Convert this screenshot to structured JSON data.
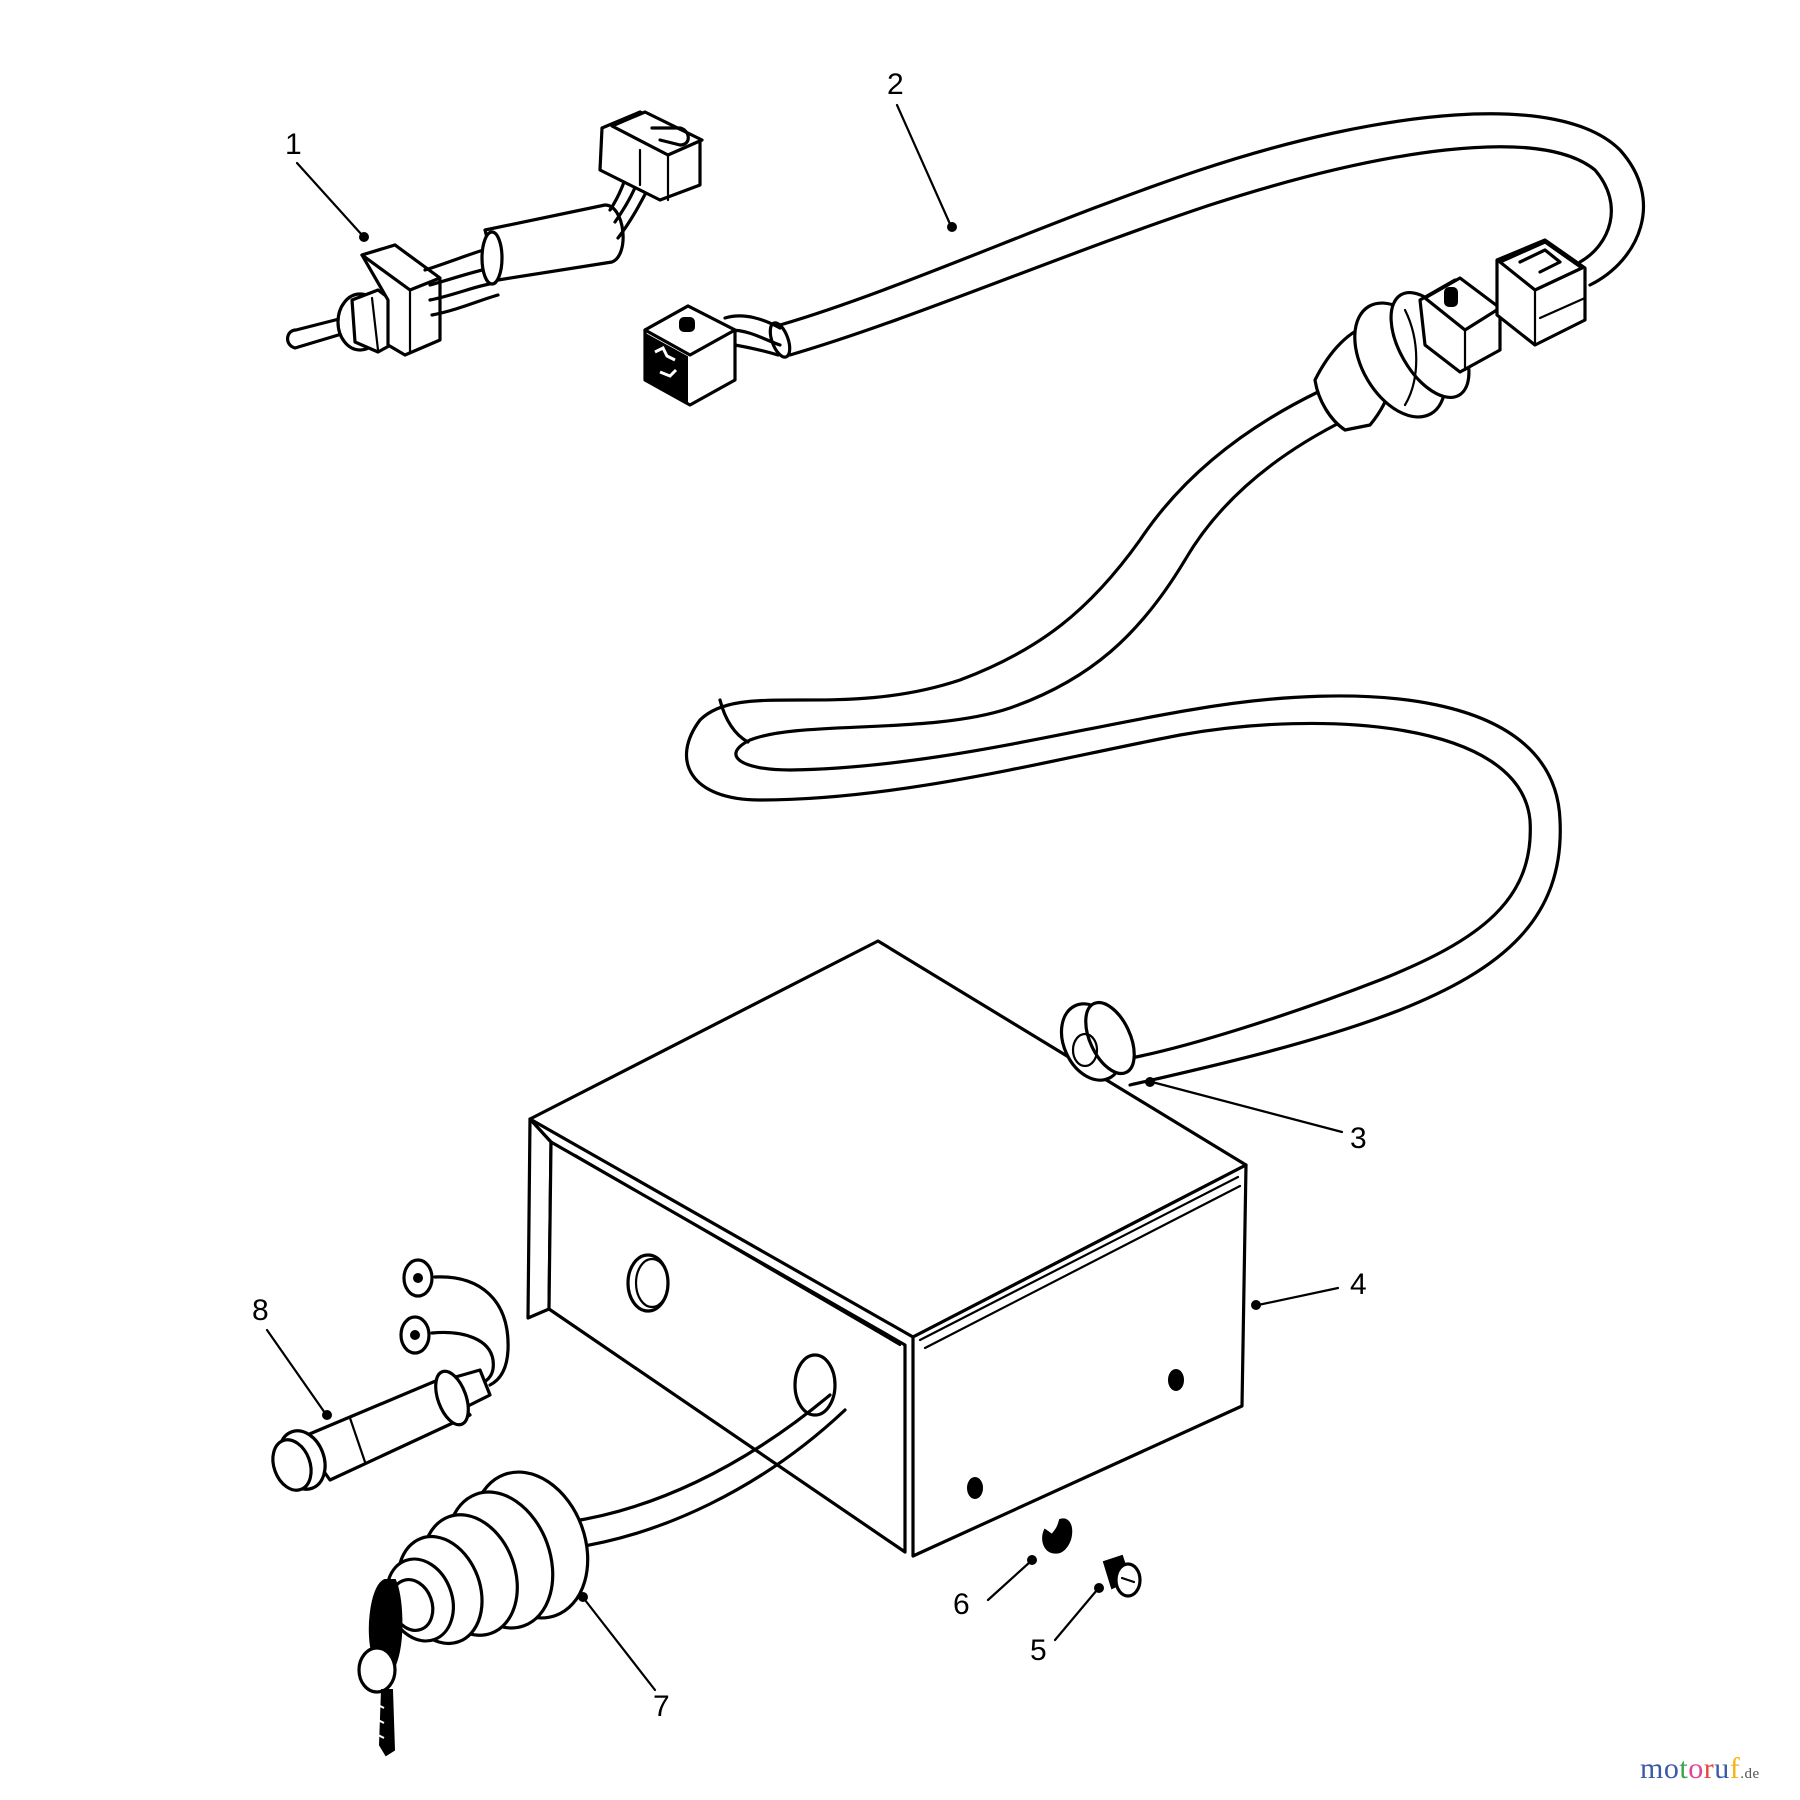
{
  "diagram": {
    "type": "exploded parts diagram",
    "subject": "Electrical control box wiring harness assembly"
  },
  "callouts": [
    {
      "number": "1",
      "part": "toggle-switch-with-harness"
    },
    {
      "number": "2",
      "part": "wiring-harness-cable"
    },
    {
      "number": "3",
      "part": "grommet"
    },
    {
      "number": "4",
      "part": "control-box-housing"
    },
    {
      "number": "5",
      "part": "screw"
    },
    {
      "number": "6",
      "part": "lock-washer"
    },
    {
      "number": "7",
      "part": "ignition-key-switch"
    },
    {
      "number": "8",
      "part": "indicator-lamp"
    }
  ],
  "watermark": {
    "letters": [
      "m",
      "o",
      "t",
      "o",
      "r",
      "u",
      "f"
    ],
    "colors": [
      "#3b5ba9",
      "#3b5ba9",
      "#3aa54a",
      "#e2458e",
      "#e8463a",
      "#3b5ba9",
      "#f2b516"
    ],
    "tld": ".de"
  }
}
